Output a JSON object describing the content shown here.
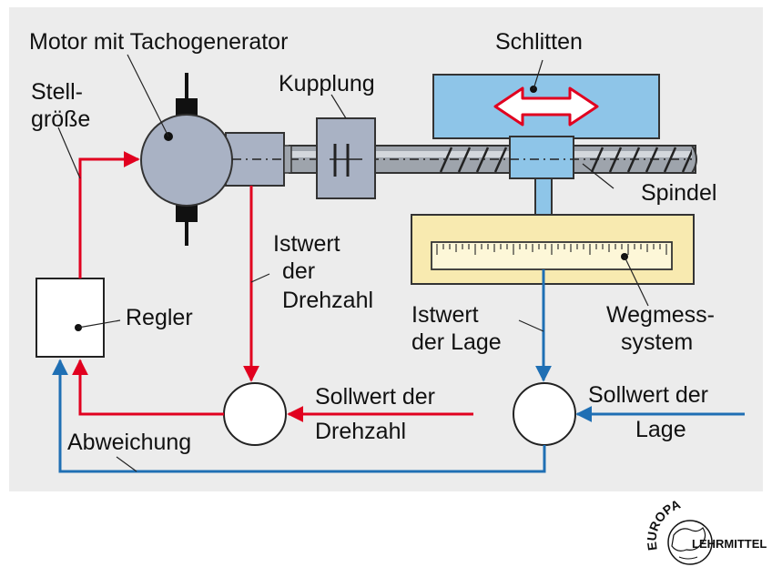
{
  "labels": {
    "motor": "Motor mit Tachogenerator",
    "stellgroesse_1": "Stell-",
    "stellgroesse_2": "größe",
    "kupplung": "Kupplung",
    "schlitten": "Schlitten",
    "spindel": "Spindel",
    "istwert_drehzahl_1": "Istwert",
    "istwert_drehzahl_2": "der",
    "istwert_drehzahl_3": "Drehzahl",
    "regler": "Regler",
    "istwert_lage_1": "Istwert",
    "istwert_lage_2": "der Lage",
    "wegmess_1": "Wegmess-",
    "wegmess_2": "system",
    "sollwert_drehzahl_1": "Sollwert der",
    "sollwert_drehzahl_2": "Drehzahl",
    "sollwert_lage_1": "Sollwert der",
    "sollwert_lage_2": "Lage",
    "abweichung": "Abweichung"
  },
  "logo": {
    "top": "EUROPA",
    "bottom": "LEHRMITTEL"
  },
  "colors": {
    "background": "#ececec",
    "speed_loop": "#e1001f",
    "position_loop": "#1f6fb4",
    "motor_fill": "#a9b2c4",
    "carriage_fill": "#8ec5e8",
    "scale_fill": "#f8eab0",
    "scale_inner": "#fdf7d8"
  }
}
